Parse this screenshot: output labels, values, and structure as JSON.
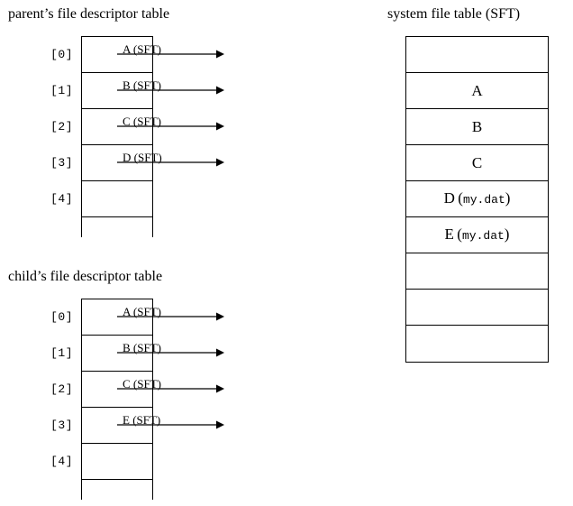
{
  "titles": {
    "parent": "parent’s file descriptor table",
    "child": "child’s file descriptor table",
    "sft": "system file table (SFT)"
  },
  "parent_table": {
    "name": "parent-fd-table",
    "rows": [
      {
        "index": "[0]",
        "pointer": "A (SFT)",
        "has_pointer": true
      },
      {
        "index": "[1]",
        "pointer": "B (SFT)",
        "has_pointer": true
      },
      {
        "index": "[2]",
        "pointer": "C (SFT)",
        "has_pointer": true
      },
      {
        "index": "[3]",
        "pointer": "D (SFT)",
        "has_pointer": true
      },
      {
        "index": "[4]",
        "pointer": "",
        "has_pointer": false
      },
      {
        "index": "",
        "pointer": "",
        "has_pointer": false
      }
    ]
  },
  "child_table": {
    "name": "child-fd-table",
    "rows": [
      {
        "index": "[0]",
        "pointer": "A (SFT)",
        "has_pointer": true
      },
      {
        "index": "[1]",
        "pointer": "B (SFT)",
        "has_pointer": true
      },
      {
        "index": "[2]",
        "pointer": "C (SFT)",
        "has_pointer": true
      },
      {
        "index": "[3]",
        "pointer": "E (SFT)",
        "has_pointer": true
      },
      {
        "index": "[4]",
        "pointer": "",
        "has_pointer": false
      },
      {
        "index": "",
        "pointer": "",
        "has_pointer": false
      }
    ]
  },
  "sft_table": {
    "rows": [
      {
        "label": "",
        "file": ""
      },
      {
        "label": "A",
        "file": ""
      },
      {
        "label": "B",
        "file": ""
      },
      {
        "label": "C",
        "file": ""
      },
      {
        "label": "D",
        "file": "my.dat"
      },
      {
        "label": "E",
        "file": "my.dat"
      },
      {
        "label": "",
        "file": ""
      },
      {
        "label": "",
        "file": ""
      },
      {
        "label": "",
        "file": ""
      }
    ]
  },
  "colors": {
    "stroke": "#000000",
    "background": "#ffffff"
  }
}
